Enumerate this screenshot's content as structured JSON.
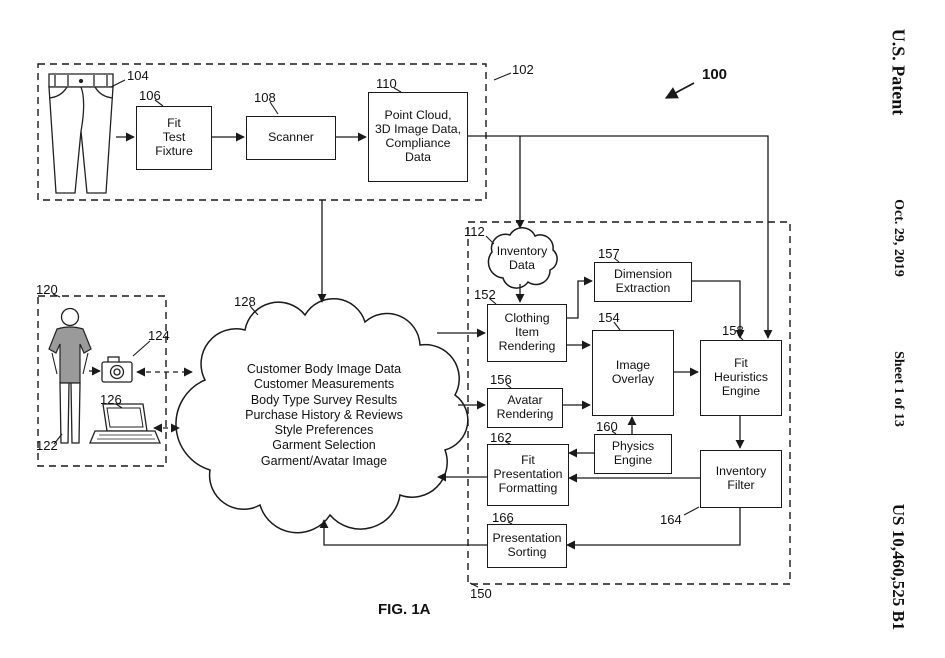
{
  "style": {
    "ink": "#1a1a1a",
    "paper": "#ffffff"
  },
  "margin": {
    "patent": "U.S. Patent",
    "date": "Oct. 29, 2019",
    "sheet": "Sheet 1 of 13",
    "pubnum": "US 10,460,525 B1"
  },
  "fig": {
    "label": "FIG. 1A",
    "system_ref": "100"
  },
  "groups": {
    "garment_scan": {
      "ref": "102"
    },
    "customer": {
      "ref": "120"
    },
    "processing": {
      "ref": "150"
    }
  },
  "drawings": {
    "pants": {
      "ref": "104"
    },
    "person": {
      "ref": "122"
    },
    "camera": {
      "ref": "124"
    },
    "laptop": {
      "ref": "126"
    }
  },
  "nodes": {
    "fit_test_fixture": {
      "ref": "106",
      "label": "Fit\nTest\nFixture"
    },
    "scanner": {
      "ref": "108",
      "label": "Scanner"
    },
    "point_cloud": {
      "ref": "110",
      "label": "Point Cloud,\n3D Image Data,\nCompliance\nData"
    },
    "inventory_data": {
      "ref": "112",
      "label": "Inventory\nData"
    },
    "customer_data_cloud": {
      "ref": "128",
      "label": "Customer Body Image Data\nCustomer Measurements\nBody Type Survey Results\nPurchase History & Reviews\nStyle Preferences\nGarment Selection\nGarment/Avatar Image"
    },
    "clothing_item_rendering": {
      "ref": "152",
      "label": "Clothing\nItem\nRendering"
    },
    "image_overlay": {
      "ref": "154",
      "label": "Image\nOverlay"
    },
    "avatar_rendering": {
      "ref": "156",
      "label": "Avatar\nRendering"
    },
    "dimension_extraction": {
      "ref": "157",
      "label": "Dimension\nExtraction"
    },
    "fit_heuristics_engine": {
      "ref": "158",
      "label": "Fit\nHeuristics\nEngine"
    },
    "physics_engine": {
      "ref": "160",
      "label": "Physics\nEngine"
    },
    "fit_presentation_formatting": {
      "ref": "162",
      "label": "Fit\nPresentation\nFormatting"
    },
    "inventory_filter": {
      "ref": "164",
      "label": "Inventory\nFilter"
    },
    "presentation_sorting": {
      "ref": "166",
      "label": "Presentation\nSorting"
    }
  }
}
